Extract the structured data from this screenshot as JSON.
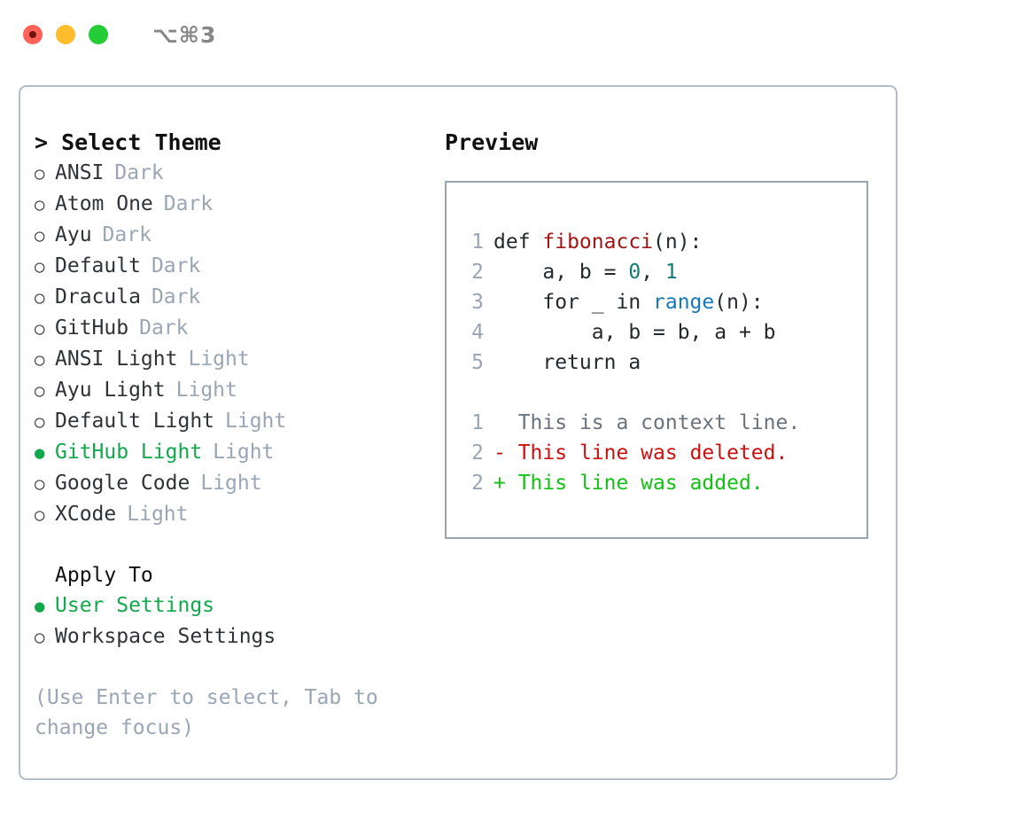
{
  "titlebar": {
    "lights": [
      "close-red",
      "minimize-yellow",
      "zoom-green"
    ],
    "shortcut": "⌥⌘3"
  },
  "theme_picker": {
    "heading": "> Select Theme",
    "bullet_selected": "●",
    "bullet_unselected": "○",
    "items": [
      {
        "label": "ANSI",
        "tag": "Dark",
        "selected": false
      },
      {
        "label": "Atom One",
        "tag": "Dark",
        "selected": false
      },
      {
        "label": "Ayu",
        "tag": "Dark",
        "selected": false
      },
      {
        "label": "Default",
        "tag": "Dark",
        "selected": false
      },
      {
        "label": "Dracula",
        "tag": "Dark",
        "selected": false
      },
      {
        "label": "GitHub",
        "tag": "Dark",
        "selected": false
      },
      {
        "label": "ANSI Light",
        "tag": "Light",
        "selected": false
      },
      {
        "label": "Ayu Light",
        "tag": "Light",
        "selected": false
      },
      {
        "label": "Default Light",
        "tag": "Light",
        "selected": false
      },
      {
        "label": "GitHub Light",
        "tag": "Light",
        "selected": true
      },
      {
        "label": "Google Code",
        "tag": "Light",
        "selected": false
      },
      {
        "label": "XCode",
        "tag": "Light",
        "selected": false
      }
    ]
  },
  "apply_to": {
    "heading": "Apply To",
    "items": [
      {
        "label": "User Settings",
        "selected": true
      },
      {
        "label": "Workspace Settings",
        "selected": false
      }
    ]
  },
  "hint": "(Use Enter to select, Tab to change focus)",
  "preview": {
    "title": "Preview",
    "code_lines": [
      {
        "no": "1",
        "segments": [
          {
            "t": "def ",
            "c": "code-text"
          },
          {
            "t": "fibonacci",
            "c": "tok-fn"
          },
          {
            "t": "(n):",
            "c": "code-text"
          }
        ]
      },
      {
        "no": "2",
        "segments": [
          {
            "t": "    a, b = ",
            "c": "code-text"
          },
          {
            "t": "0",
            "c": "tok-num"
          },
          {
            "t": ", ",
            "c": "code-text"
          },
          {
            "t": "1",
            "c": "tok-num"
          }
        ]
      },
      {
        "no": "3",
        "segments": [
          {
            "t": "    for _ in ",
            "c": "code-text"
          },
          {
            "t": "range",
            "c": "tok-blue"
          },
          {
            "t": "(n):",
            "c": "code-text"
          }
        ]
      },
      {
        "no": "4",
        "segments": [
          {
            "t": "        a, b = b, a + b",
            "c": "code-text"
          }
        ]
      },
      {
        "no": "5",
        "segments": [
          {
            "t": "    return a",
            "c": "code-text"
          }
        ]
      }
    ],
    "diff_lines": [
      {
        "no": "1",
        "marker": "  ",
        "text": "This is a context line.",
        "cls": "diff-ctx"
      },
      {
        "no": "2",
        "marker": "- ",
        "text": "This line was deleted.",
        "cls": "diff-del"
      },
      {
        "no": "2",
        "marker": "+ ",
        "text": "This line was added.",
        "cls": "diff-add"
      }
    ]
  },
  "colors": {
    "accent_green": "#12a84c",
    "muted": "#9aa5b5",
    "border": "#b3bcca",
    "preview_border": "#9aa5b4",
    "diff_add": "#13c013",
    "diff_del": "#cc1010",
    "token_fn": "#a31515",
    "token_num": "#0f7b76",
    "token_blue": "#1478bd"
  }
}
